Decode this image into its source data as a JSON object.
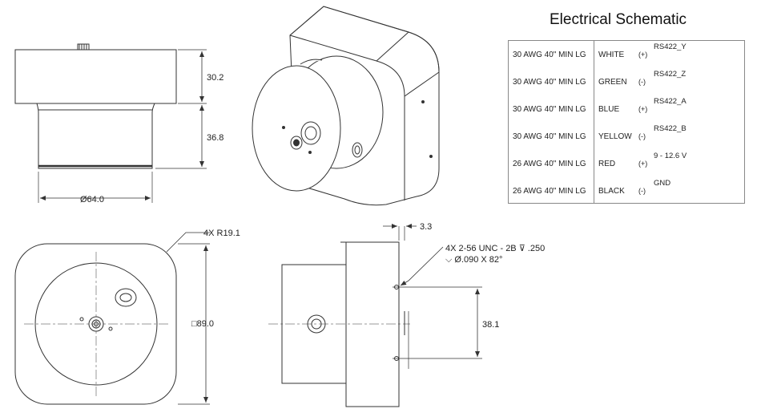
{
  "dimensions": {
    "height_top": "30.2",
    "height_base": "36.8",
    "diameter": "Ø64.0",
    "corner_radius": "4X R19.1",
    "square": "□89.0",
    "offset": "3.3",
    "hole_spec_line1": "4X 2-56 UNC - 2B ⊽ .250",
    "hole_spec_line2": "⌵ Ø.090 X 82°",
    "hole_spacing": "38.1"
  },
  "schematic": {
    "title": "Electrical Schematic",
    "rows": [
      {
        "gauge": "30 AWG  40\" MIN LG",
        "color": "WHITE",
        "polarity": "(+)",
        "signal": "RS422_Y"
      },
      {
        "gauge": "30 AWG  40\" MIN LG",
        "color": "GREEN",
        "polarity": "(-)",
        "signal": "RS422_Z"
      },
      {
        "gauge": "30 AWG  40\" MIN LG",
        "color": "BLUE",
        "polarity": "(+)",
        "signal": "RS422_A"
      },
      {
        "gauge": "30 AWG  40\" MIN LG",
        "color": "YELLOW",
        "polarity": "(-)",
        "signal": "RS422_B"
      },
      {
        "gauge": "26 AWG  40\" MIN LG",
        "color": "RED",
        "polarity": "(+)",
        "signal": "9 - 12.6 V"
      },
      {
        "gauge": "26 AWG  40\" MIN LG",
        "color": "BLACK",
        "polarity": "(-)",
        "signal": "GND"
      }
    ]
  }
}
